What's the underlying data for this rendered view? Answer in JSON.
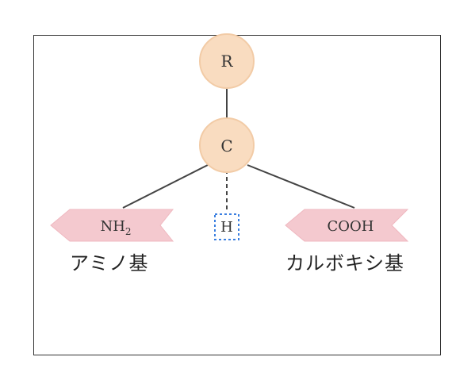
{
  "atoms": {
    "r": "R",
    "c": "C",
    "h": "H"
  },
  "groups": {
    "amino": {
      "formula_main": "NH",
      "formula_sub": "2",
      "caption": "アミノ基"
    },
    "carboxyl": {
      "formula": "COOH",
      "caption": "カルボキシ基"
    }
  },
  "colors": {
    "atom_fill": "#f9dcc0",
    "atom_stroke": "#f2cba6",
    "banner_fill": "#f4c9cf",
    "bond": "#444444",
    "selection": "#3b7fe0"
  }
}
